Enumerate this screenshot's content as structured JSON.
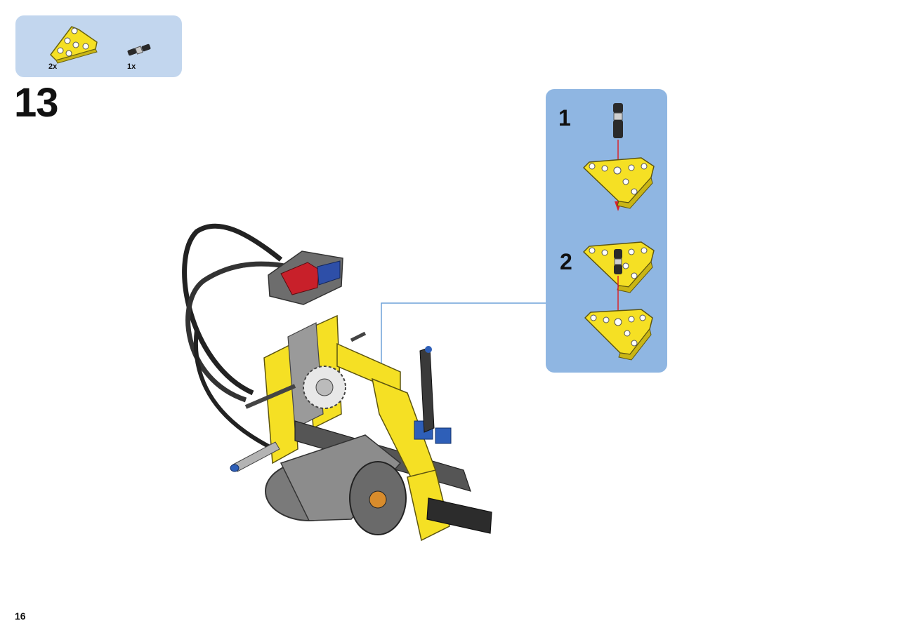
{
  "parts_list": {
    "items": [
      {
        "icon": "yellow-triangle-beam-icon",
        "quantity": "2x"
      },
      {
        "icon": "black-connector-pin-icon",
        "quantity": "1x"
      }
    ]
  },
  "step": {
    "number": "13"
  },
  "sub_steps": [
    {
      "number": "1"
    },
    {
      "number": "2"
    }
  ],
  "page": {
    "number": "16"
  },
  "colors": {
    "parts_box": "#c2d6ee",
    "sub_box": "#8fb6e2",
    "beam_yellow": "#f5e024",
    "arrow_red": "#d8232a",
    "callout_line": "#6fa2d8"
  }
}
